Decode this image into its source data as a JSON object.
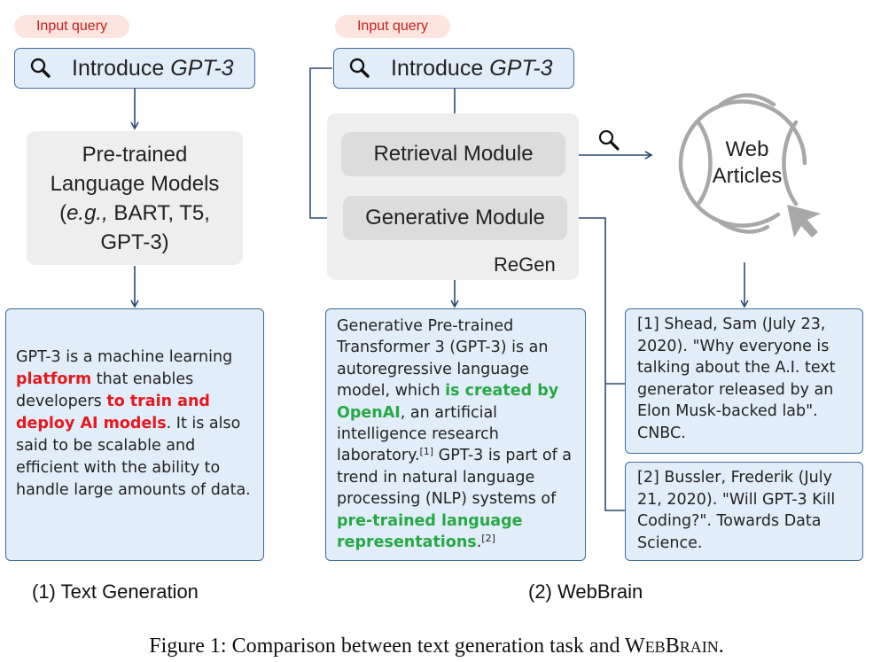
{
  "left": {
    "input_label": "Input query",
    "query_prefix": "Introduce",
    "query_model": "GPT-3",
    "plm_line1": "Pre-trained",
    "plm_line2": "Language Models",
    "plm_eg": "e.g.,",
    "plm_line3_rest": " BART, T5,",
    "plm_line4": "GPT-3)",
    "out_p1": "GPT-3 is a machine learning ",
    "out_red1": "platform",
    "out_p2": " that enables developers ",
    "out_red2": "to train and deploy AI models",
    "out_p3": ". It is also said to be scalable and efficient with the ability to handle large amounts of data.",
    "caption": "(1) Text Generation"
  },
  "right": {
    "input_label": "Input query",
    "query_prefix": "Introduce",
    "query_model": "GPT-3",
    "retrieval_label": "Retrieval Module",
    "generative_label": "Generative Module",
    "regen_label": "ReGen",
    "web_line1": "Web",
    "web_line2": "Articles",
    "out_p1": "Generative Pre-trained Transformer 3 (GPT-3) is an autoregressive language model, which ",
    "out_g1": "is created by OpenAI",
    "out_p2": ", an artificial intelligence research laboratory.",
    "out_ref1": "[1]",
    "out_p3": " GPT-3 is part of a trend in natural language processing (NLP) systems of ",
    "out_g2": "pre-trained language representations",
    "out_p4": ".",
    "out_ref2": "[2]",
    "ref1": "[1] Shead, Sam (July 23, 2020). \"Why everyone is talking about the A.I. text generator released by an Elon Musk-backed lab\". CNBC.",
    "ref2": "[2] Bussler, Frederik (July 21, 2020). \"Will GPT-3 Kill Coding?\". Towards Data Science.",
    "caption": "(2) WebBrain"
  },
  "figure": {
    "prefix": "Figure 1: Comparison between text generation task and ",
    "w": "W",
    "eb": "EB",
    "b": "B",
    "rain": "RAIN",
    "suffix": "."
  },
  "colors": {
    "box_border": "#3e6a9a",
    "box_fill": "#e1eefa",
    "highlight_red": "#e5181e",
    "highlight_green": "#27a844",
    "pill_fill": "#fde4df",
    "pill_text": "#c8201d",
    "module_fill": "#dcdcdc",
    "regen_fill": "#eeeeee",
    "globe_stroke": "#a8a8a8"
  },
  "icons": [
    "search-icon",
    "globe-icon",
    "cursor-icon"
  ]
}
